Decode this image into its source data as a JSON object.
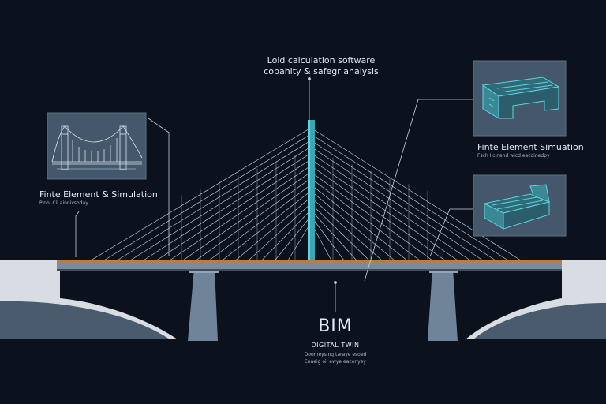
{
  "callouts": {
    "load_calc": {
      "line1": "Loid calculation software",
      "line2": "copahity & safegr analysis"
    },
    "left_panel": {
      "title": "Finte Element & Simulation",
      "subtitle": "Pinhl Cil ainnivsoday"
    },
    "right_top_panel": {
      "title": "Finte Element Simuation",
      "subtitle": "Fsch I cinend wicd eacoinedpy"
    },
    "bim": {
      "title": "BIM",
      "subtitle": "DIGITAL TWIN",
      "desc1": "Doomeysing taraye esoed",
      "desc2": "Enaeig oil ewye eaconyey"
    }
  },
  "colors": {
    "background": "#0b111d",
    "tower": "#3aa7b4",
    "cable": "#dfe6ee",
    "deck_accent": "#c07a3a",
    "deck": "#7b8a9c",
    "panel": "#44576b",
    "model_glow": "#5fd3dd",
    "ground": "#d8dde4"
  }
}
